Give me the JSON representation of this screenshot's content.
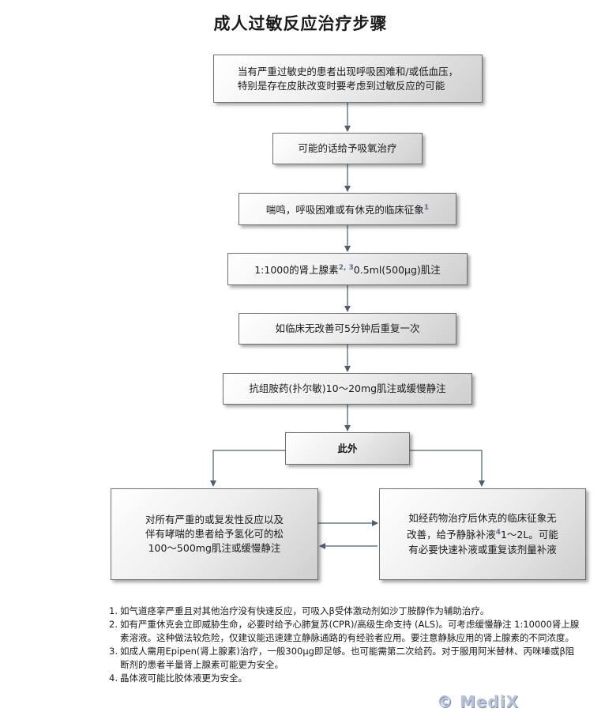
{
  "title": "成人过敏反应治疗步骤",
  "steps": {
    "s1_line1": "当有严重过敏史的患者出现呼吸困难和/或低血压，",
    "s1_line2": "特别是存在皮肤改变时要考虑到过敏反应的可能",
    "s2": "可能的话给予吸氧治疗",
    "s3": "喘鸣，呼吸困难或有休克的临床征象",
    "s3_ref": "1",
    "s4_pre": "1:1000的肾上腺素",
    "s4_ref": "2, 3",
    "s4_post": "0.5ml(500μg)肌注",
    "s5": "如临床无改善可5分钟后重复一次",
    "s6": "抗组胺药(扑尔敏)10～20mg肌注或缓慢静注",
    "s7": "此外",
    "left_line1": "对所有严重的或复发性反应以及",
    "left_line2": "伴有哮喘的患者给予氢化可的松",
    "left_line3": "100～500mg肌注或缓慢静注",
    "right_line1": "如经药物治疗后休克的临床征象无",
    "right_line2_pre": "改善，给予静脉补液",
    "right_ref": "4",
    "right_line2_post": "1～2L。可能",
    "right_line3": "有必要快速补液或重复该剂量补液"
  },
  "notes": [
    {
      "num": "1.",
      "text": "如气道痉挛严重且对其他治疗没有快速反应，可吸入β受体激动剂如沙丁胺醇作为辅助治疗。"
    },
    {
      "num": "2.",
      "text": "如有严重休克会立即威胁生命，必要时给予心肺复苏(CPR)/高级生命支持 (ALS)。可考虑缓慢静注 1:10000肾上腺素溶液。这种做法较危险，仅建议能迅速建立静脉通路的有经验者应用。要注意静脉应用的肾上腺素的不同浓度。"
    },
    {
      "num": "3.",
      "text": "如成人需用Epipen(肾上腺素)治疗，一般300μg即足够。也可能需第二次给药。对于服用阿米替林、丙咪嗪或β阻断剂的患者半量肾上腺素可能更为安全。"
    },
    {
      "num": "4.",
      "text": "晶体液可能比胶体液更为安全。"
    }
  ],
  "watermark": "© MediX",
  "colors": {
    "arrow": "#4a5f73",
    "box_border": "#6f6f6f",
    "logo": "#b7c3d9"
  }
}
